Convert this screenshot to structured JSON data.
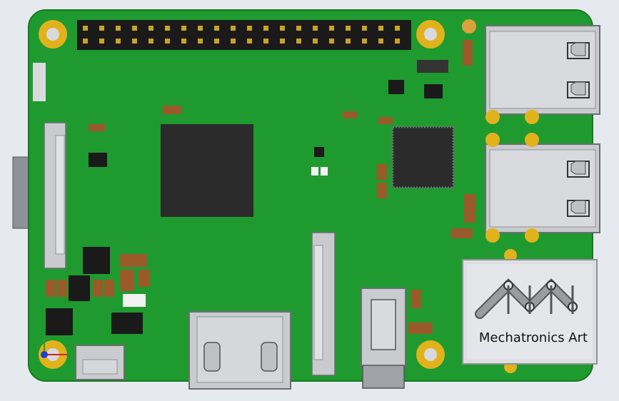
{
  "scene": {
    "subject": "raspberry-pi-pcb-3d-render",
    "colors": {
      "background": "#e6e9ee",
      "pcb": "#1f9a2f",
      "pcb_edge": "#157a22",
      "pad_gold": "#e2b21c",
      "chip": "#2b2b2b",
      "metal": "#c9cbcf",
      "metal_dark": "#8e9197"
    }
  },
  "watermark": {
    "text": "Mechatronics Art",
    "icon": "mechatronics-art-logo"
  }
}
